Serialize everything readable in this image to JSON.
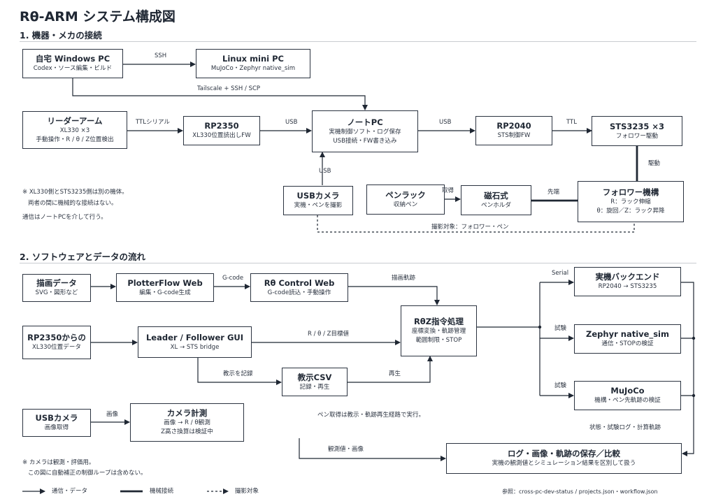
{
  "title": "Rθ-ARM システム構成図",
  "section1": "1. 機器・メカの接続",
  "section2": "2. ソフトウェアとデータの流れ",
  "boxes": {
    "home_pc": {
      "title": "自宅 Windows PC",
      "sub": "Codex・ソース編集・ビルド"
    },
    "linux_pc": {
      "title": "Linux mini PC",
      "sub": "MuJoCo・Zephyr native_sim"
    },
    "leader_arm": {
      "title": "リーダーアーム",
      "sub1": "XL330 ×3",
      "sub2": "手動操作・R / θ / Z位置検出"
    },
    "rp2350": {
      "title": "RP2350",
      "sub": "XL330位置読出しFW"
    },
    "note_pc": {
      "title": "ノートPC",
      "sub1": "実機制御ソフト・ログ保存",
      "sub2": "USB接続・FW書き込み"
    },
    "rp2040": {
      "title": "RP2040",
      "sub": "STS制御FW"
    },
    "sts3235": {
      "title": "STS3235 ×3",
      "sub": "フォロワー駆動"
    },
    "usb_camera1": {
      "title": "USBカメラ",
      "sub": "実機・ペンを撮影"
    },
    "pen_rack": {
      "title": "ペンラック",
      "sub": "収納ペン"
    },
    "magnet": {
      "title": "磁石式",
      "sub": "ペンホルダ"
    },
    "follower": {
      "title": "フォロワー機構",
      "sub1": "R：ラック伸縮",
      "sub2": "θ：旋回／Z：ラック昇降"
    },
    "draw_data": {
      "title": "描画データ",
      "sub": "SVG・図形など"
    },
    "plotterflow": {
      "title": "PlotterFlow Web",
      "sub": "編集・G-code生成"
    },
    "control_web": {
      "title": "Rθ Control Web",
      "sub": "G-code読込・手動操作"
    },
    "rp2350_data": {
      "title": "RP2350からの",
      "sub": "XL330位置データ"
    },
    "gui": {
      "title": "Leader / Follower GUI",
      "sub": "XL → STS bridge"
    },
    "rtz": {
      "title": "RθZ指令処理",
      "sub1": "座標変換・軌跡管理",
      "sub2": "範囲制限・STOP"
    },
    "teach_csv": {
      "title": "教示CSV",
      "sub": "記録・再生"
    },
    "backend": {
      "title": "実機バックエンド",
      "sub": "RP2040 → STS3235"
    },
    "zephyr": {
      "title": "Zephyr native_sim",
      "sub": "通信・STOPの検証"
    },
    "mujoco": {
      "title": "MuJoCo",
      "sub": "機構・ペン先軌跡の検証"
    },
    "usb_camera2": {
      "title": "USBカメラ",
      "sub": "画像取得"
    },
    "cam_measure": {
      "title": "カメラ計測",
      "sub1": "画像 → R / θ観測",
      "sub2": "Z高さ換算は検証中"
    },
    "log": {
      "title": "ログ・画像・軌跡の保存／比較",
      "sub": "実機の観測値とシミュレーション結果を区別して扱う"
    }
  },
  "labels": {
    "ssh": "SSH",
    "tailscale": "Tailscale + SSH / SCP",
    "ttl_serial": "TTLシリアル",
    "usb_a": "USB",
    "usb_b": "USB",
    "ttl": "TTL",
    "usb_c": "USB",
    "drive": "駆動",
    "take": "取得",
    "tip": "先端",
    "shoot_target": "撮影対象：フォロワー・ペン",
    "gcode": "G-code",
    "draw_path": "描画軌跡",
    "rtz_target": "R / θ / Z目標値",
    "record": "教示を記録",
    "replay": "再生",
    "serial": "Serial",
    "test1": "試験",
    "test2": "試験",
    "image": "画像",
    "status_log": "状態・試験ログ・計算軌跡",
    "obs_image": "観測値・画像",
    "pen_note": "ペン取得は教示・軌跡再生経路で実行。"
  },
  "notes": {
    "n1_line1": "※ XL330側とSTS3235側は別の機体。",
    "n1_line2": "両者の間に機械的な接続はない。",
    "n1_line3": "通信はノートPCを介して行う。",
    "n2_line1": "※ カメラは観測・評価用。",
    "n2_line2": "この図に自動補正の制御ループは含めない。"
  },
  "legend": {
    "comm": "通信・データ",
    "mech": "機械接続",
    "shoot": "撮影対象",
    "ref": "参照：cross-pc-dev-status / projects.json・workflow.json"
  },
  "colors": {
    "line": "#1f2733",
    "border": "#2b3340",
    "rule": "#c9ccd1"
  }
}
